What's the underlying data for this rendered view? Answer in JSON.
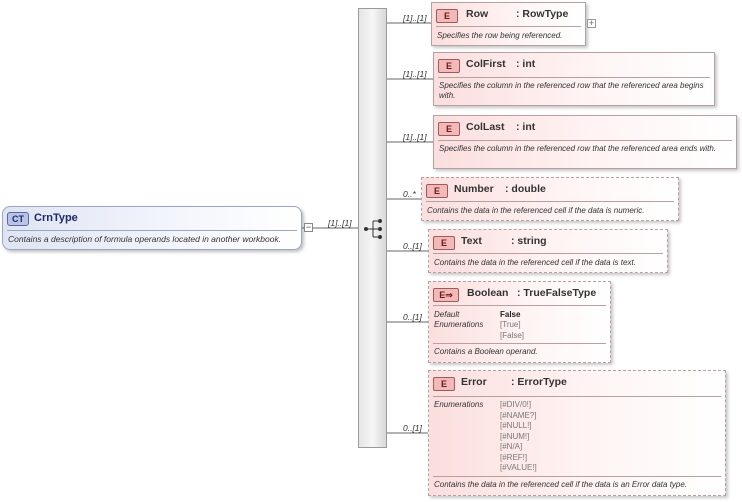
{
  "complex_type": {
    "badge": "CT",
    "name": "CrnType",
    "description": "Contains a description of formula operands located in another workbook.",
    "multiplicity": "[1]..[1]"
  },
  "elements": [
    {
      "badge": "E",
      "name": "Row",
      "type": ": RowType",
      "multiplicity": "[1]..[1]",
      "description": "Specifies the row being referenced."
    },
    {
      "badge": "E",
      "name": "ColFirst",
      "type": ": int",
      "multiplicity": "[1]..[1]",
      "description": "Specifies the column in the referenced row that the referenced area begins with."
    },
    {
      "badge": "E",
      "name": "ColLast",
      "type": ": int",
      "multiplicity": "[1]..[1]",
      "description": "Specifies the column in the referenced row that the referenced area ends with."
    },
    {
      "badge": "E",
      "name": "Number",
      "type": ": double",
      "multiplicity": "0..*",
      "description": "Contains the data in the referenced cell if the data is numeric."
    },
    {
      "badge": "E",
      "name": "Text",
      "type": ": string",
      "multiplicity": "0..[1]",
      "description": "Contains the data in the referenced cell if the data is text."
    },
    {
      "badge": "E",
      "name": "Boolean",
      "type": ": TrueFalseType",
      "multiplicity": "0..[1]",
      "default_label": "Default",
      "default_value": "False",
      "enumerations_label": "Enumerations",
      "enumerations": [
        "[True]",
        "[False]"
      ],
      "description": "Contains a Boolean operand."
    },
    {
      "badge": "E",
      "name": "Error",
      "type": ": ErrorType",
      "multiplicity": "0..[1]",
      "enumerations_label": "Enumerations",
      "enumerations": [
        "[#DIV/0!]",
        "[#NAME?]",
        "[#NULL!]",
        "[#NUM!]",
        "[#N/A]",
        "[#REF!]",
        "[#VALUE!]"
      ],
      "description": "Contains the data in the referenced cell if the data is an Error data type."
    }
  ]
}
